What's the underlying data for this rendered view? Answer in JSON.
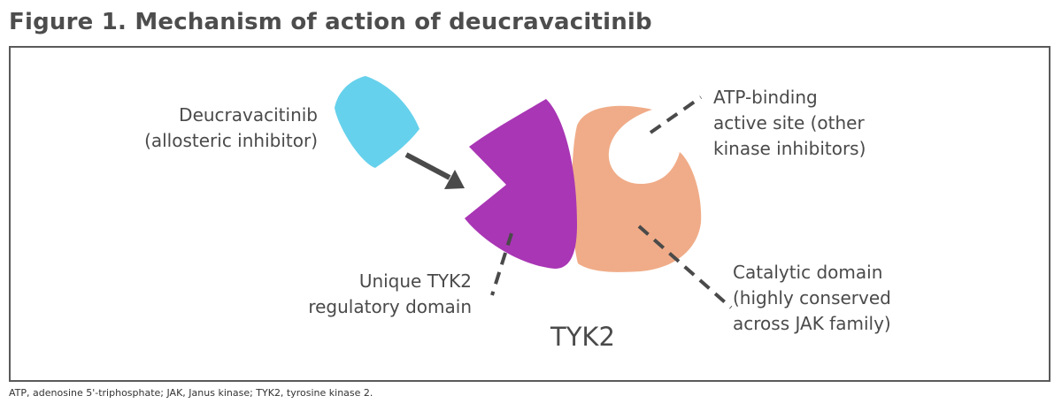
{
  "figure": {
    "title": "Figure 1. Mechanism of action of deucravacitinib"
  },
  "diagram": {
    "labels": {
      "inhibitor": [
        "Deucravacitinib",
        "(allosteric inhibitor)"
      ],
      "atp_site": [
        "ATP-binding",
        "active site (other",
        "kinase inhibitors)"
      ],
      "regulatory": [
        "Unique TYK2",
        "regulatory domain"
      ],
      "catalytic": [
        "Catalytic domain",
        "(highly conserved",
        "across JAK family)"
      ],
      "protein": "TYK2"
    },
    "colors": {
      "inhibitor": "#66d1ec",
      "regulatory_domain": "#a936b5",
      "catalytic_domain": "#f0ac88",
      "arrow": "#4a4a4a",
      "leader_lines": "#4a4a4a",
      "frame": "#5a5a5a"
    }
  },
  "footnote": "ATP, adenosine 5'-triphosphate; JAK, Janus kinase; TYK2, tyrosine kinase 2."
}
